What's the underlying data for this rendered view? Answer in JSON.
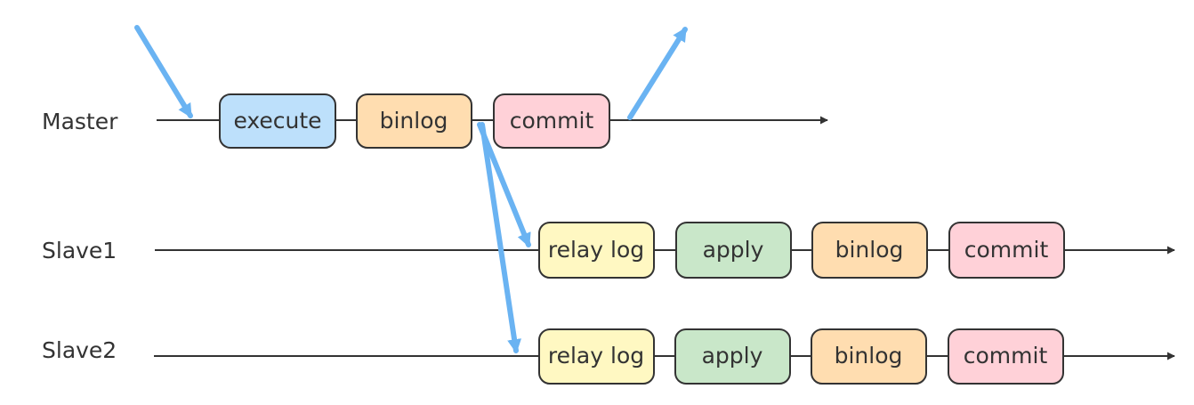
{
  "colors": {
    "line": "#333333",
    "flow_arrow": "#6ab3f2",
    "execute": "#bde0fb",
    "binlog": "#ffddb0",
    "commit": "#ffd1d8",
    "relay_log": "#fff8c2",
    "apply": "#c9e7c9"
  },
  "rows": [
    {
      "label": "Master",
      "steps": [
        {
          "label": "execute",
          "kind": "execute"
        },
        {
          "label": "binlog",
          "kind": "binlog"
        },
        {
          "label": "commit",
          "kind": "commit"
        }
      ]
    },
    {
      "label": "Slave1",
      "steps": [
        {
          "label": "relay log",
          "kind": "relay_log"
        },
        {
          "label": "apply",
          "kind": "apply"
        },
        {
          "label": "binlog",
          "kind": "binlog"
        },
        {
          "label": "commit",
          "kind": "commit"
        }
      ]
    },
    {
      "label": "Slave2",
      "steps": [
        {
          "label": "relay log",
          "kind": "relay_log"
        },
        {
          "label": "apply",
          "kind": "apply"
        },
        {
          "label": "binlog",
          "kind": "binlog"
        },
        {
          "label": "commit",
          "kind": "commit"
        }
      ]
    }
  ]
}
